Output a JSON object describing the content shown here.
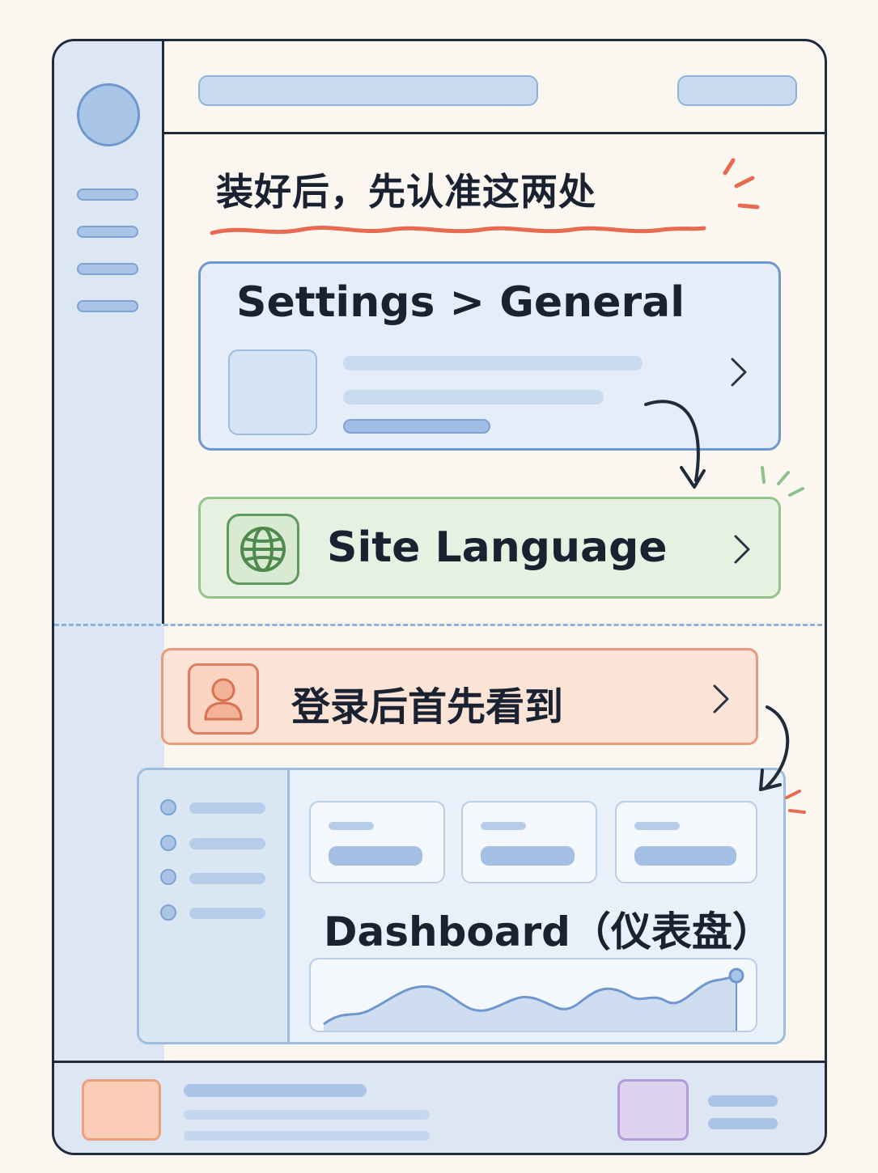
{
  "heading": "装好后，先认准这两处",
  "general_card": {
    "title": "Settings > General",
    "chevron": "chevron-right-icon"
  },
  "language_row": {
    "label": "Site Language",
    "icon": "globe-icon",
    "chevron": "chevron-right-icon"
  },
  "login_row": {
    "label": "登录后首先看到",
    "icon": "user-icon",
    "chevron": "chevron-right-icon"
  },
  "dashboard": {
    "label": "Dashboard（仪表盘）"
  },
  "colors": {
    "accent_blue": "#6f97cf",
    "accent_green": "#94c48b",
    "accent_orange": "#e99a7b",
    "underline_red": "#e86a50",
    "ink": "#1a2232"
  }
}
